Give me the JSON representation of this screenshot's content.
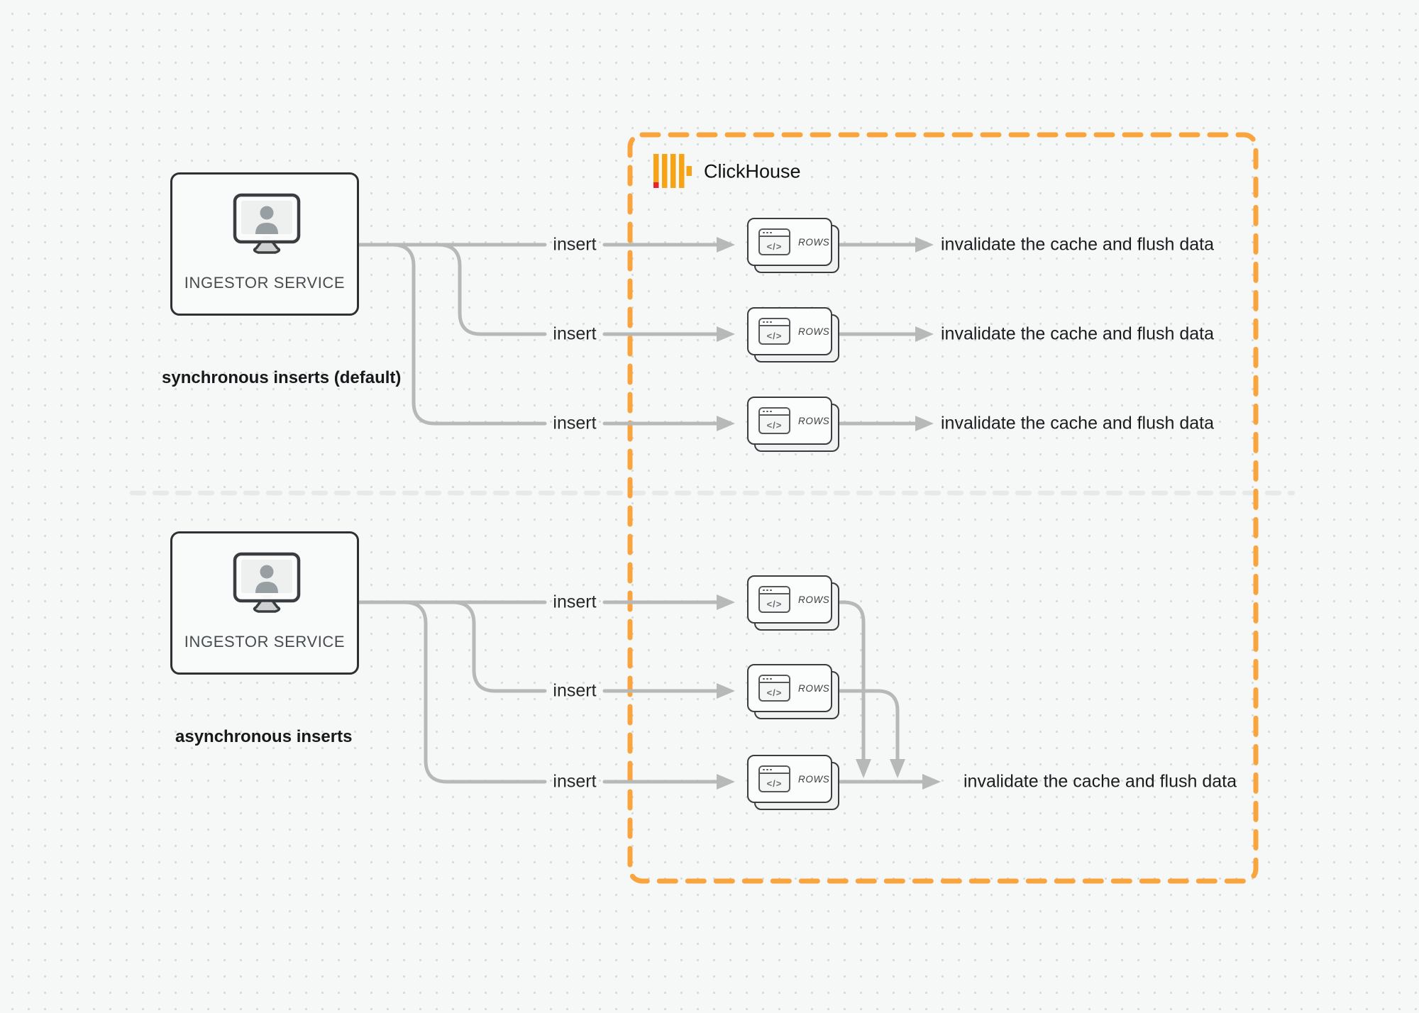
{
  "clickhouse": {
    "label": "ClickHouse"
  },
  "sync_section": {
    "ingestor_label": "INGESTOR SERVICE",
    "caption": "synchronous inserts (default)",
    "rows": [
      {
        "insert_label": "insert",
        "card_label": "ROWS",
        "result_label": "invalidate the cache and flush data"
      },
      {
        "insert_label": "insert",
        "card_label": "ROWS",
        "result_label": "invalidate the cache and flush data"
      },
      {
        "insert_label": "insert",
        "card_label": "ROWS",
        "result_label": "invalidate the cache and flush data"
      }
    ]
  },
  "async_section": {
    "ingestor_label": "INGESTOR SERVICE",
    "caption": "asynchronous inserts",
    "rows": [
      {
        "insert_label": "insert",
        "card_label": "ROWS"
      },
      {
        "insert_label": "insert",
        "card_label": "ROWS"
      },
      {
        "insert_label": "insert",
        "card_label": "ROWS"
      }
    ],
    "result_label": "invalidate the cache and flush data"
  },
  "icons": {
    "code_glyph": "</>"
  },
  "colors": {
    "accent_orange": "#F9A43C",
    "logo_yellow": "#F6A316",
    "logo_red": "#E8252A",
    "connector_gray": "#B7B9B9",
    "divider_gray": "#E7E9E9",
    "text_dark": "#1B1C1E",
    "node_border": "#2E3133",
    "background": "#F6F7F7"
  }
}
